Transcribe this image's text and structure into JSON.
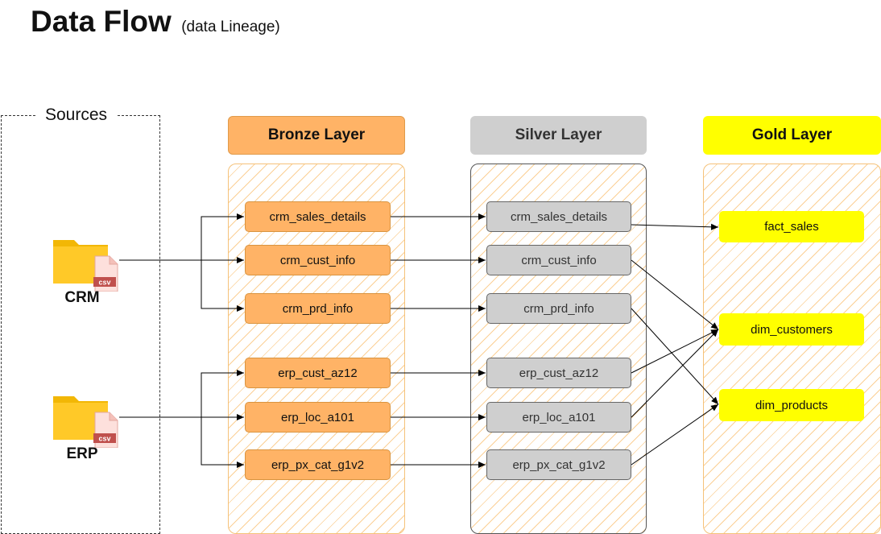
{
  "header": {
    "title": "Data Flow",
    "subtitle": "(data Lineage)"
  },
  "sources": {
    "label": "Sources",
    "items": [
      {
        "label": "CRM",
        "file_badge": "csv",
        "icon": "csv-folder-icon"
      },
      {
        "label": "ERP",
        "file_badge": "csv",
        "icon": "csv-folder-icon"
      }
    ]
  },
  "layers": {
    "bronze": {
      "title": "Bronze Layer",
      "color": "#ffb366",
      "tables": [
        "crm_sales_details",
        "crm_cust_info",
        "crm_prd_info",
        "erp_cust_az12",
        "erp_loc_a101",
        "erp_px_cat_g1v2"
      ]
    },
    "silver": {
      "title": "Silver Layer",
      "color": "#cfcfcf",
      "tables": [
        "crm_sales_details",
        "crm_cust_info",
        "crm_prd_info",
        "erp_cust_az12",
        "erp_loc_a101",
        "erp_px_cat_g1v2"
      ]
    },
    "gold": {
      "title": "Gold Layer",
      "color": "#ffff00",
      "tables": [
        "fact_sales",
        "dim_customers",
        "dim_products"
      ]
    }
  }
}
